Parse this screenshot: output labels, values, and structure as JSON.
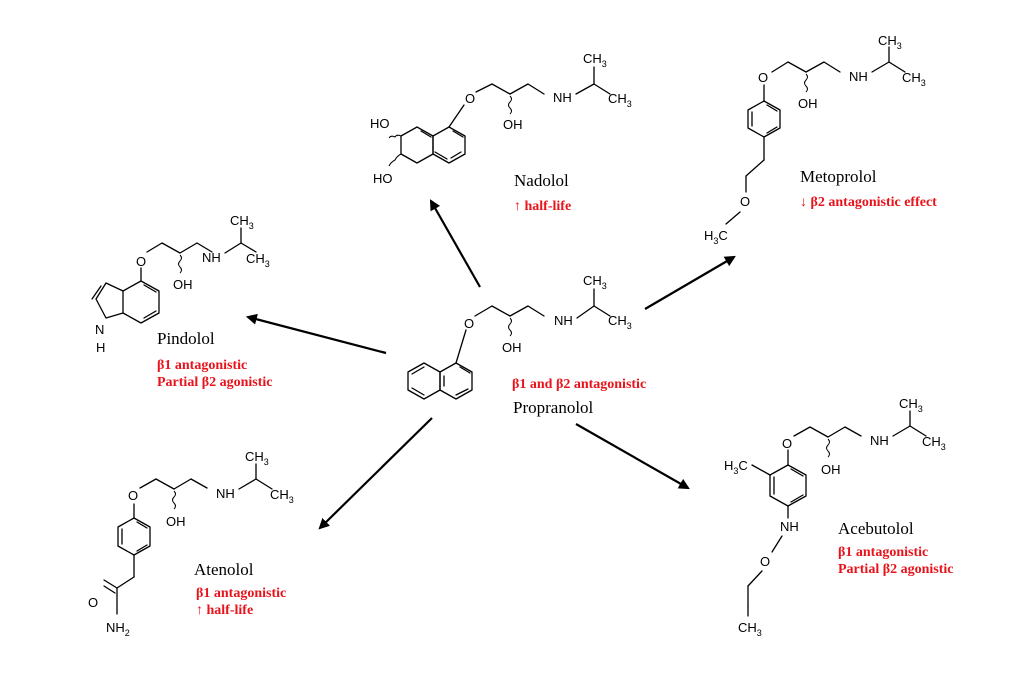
{
  "colors": {
    "effect": "#e8131b",
    "structure": "#000000",
    "background": "#ffffff"
  },
  "atoms": {
    "o": "O",
    "oh": "OH",
    "ho": "HO",
    "nh": "NH",
    "n": "N",
    "h": "H",
    "ch3_c": "CH",
    "ch3_sub": "3",
    "h3c_h": "H",
    "h3c_c": "C",
    "nh2_n": "NH",
    "nh2_sub": "2"
  },
  "drugs": {
    "propranolol": {
      "name": "Propranolol",
      "effects": [
        "β1 and β2 antagonistic"
      ]
    },
    "nadolol": {
      "name": "Nadolol",
      "effects": [
        "↑ half-life"
      ]
    },
    "metoprolol": {
      "name": "Metoprolol",
      "effects": [
        "↓ β2 antagonistic effect"
      ]
    },
    "pindolol": {
      "name": "Pindolol",
      "effects": [
        "β1 antagonistic",
        "Partial β2 agonistic"
      ]
    },
    "atenolol": {
      "name": "Atenolol",
      "effects": [
        "β1 antagonistic",
        "↑ half-life"
      ]
    },
    "acebutolol": {
      "name": "Acebutolol",
      "effects": [
        "β1 antagonistic",
        "Partial β2 agonistic"
      ]
    }
  }
}
